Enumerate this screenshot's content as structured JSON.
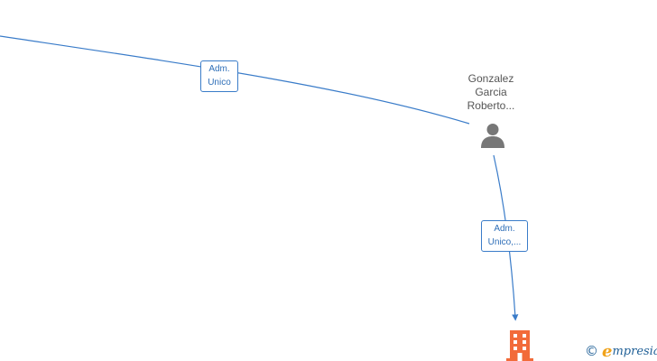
{
  "diagram": {
    "person": {
      "name_lines": [
        "Gonzalez",
        "Garcia",
        "Roberto..."
      ],
      "icon": "person-icon"
    },
    "company": {
      "icon": "building-icon"
    },
    "edges": [
      {
        "from": "offscreen-left",
        "to": "person",
        "label_lines": [
          "Adm.",
          "Unico"
        ]
      },
      {
        "from": "person",
        "to": "company",
        "label_lines": [
          "Adm.",
          "Unico,..."
        ]
      }
    ]
  },
  "brand": {
    "copyright_symbol": "©",
    "logo_initial": "e",
    "logo_rest": "mpresia"
  },
  "colors": {
    "edge": "#3a7cc9",
    "label_text": "#2f6fb8",
    "person_icon": "#777777",
    "building_icon": "#f26b3a",
    "brand_blue": "#1f5f96",
    "brand_orange": "#f0a21a"
  }
}
